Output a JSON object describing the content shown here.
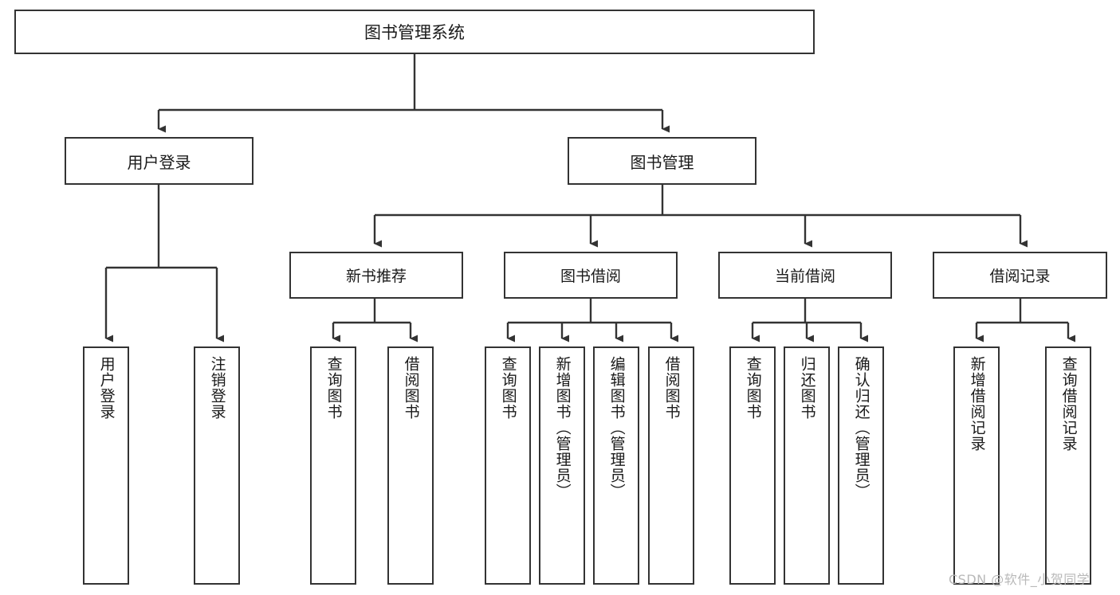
{
  "diagram": {
    "title": "图书管理系统",
    "type": "hierarchy-tree",
    "watermark": "CSDN @软件_小贺同学",
    "nodes": {
      "root": {
        "label": "图书管理系统"
      },
      "level1": [
        {
          "id": "user-login",
          "label": "用户登录"
        },
        {
          "id": "book-manage",
          "label": "图书管理"
        }
      ],
      "level2": [
        {
          "id": "new-book-rec",
          "label": "新书推荐"
        },
        {
          "id": "book-borrow",
          "label": "图书借阅"
        },
        {
          "id": "current-borrow",
          "label": "当前借阅"
        },
        {
          "id": "borrow-record",
          "label": "借阅记录"
        }
      ],
      "leaves": {
        "user_login": [
          {
            "id": "leaf-user-login",
            "label": "用户登录"
          },
          {
            "id": "leaf-logout",
            "label": "注销登录"
          }
        ],
        "new_book_rec": [
          {
            "id": "leaf-query-book-1",
            "label": "查询图书"
          },
          {
            "id": "leaf-borrow-book-1",
            "label": "借阅图书"
          }
        ],
        "book_borrow": [
          {
            "id": "leaf-query-book-2",
            "label": "查询图书"
          },
          {
            "id": "leaf-add-book",
            "label": "新增图书（管理员）"
          },
          {
            "id": "leaf-edit-book",
            "label": "编辑图书（管理员）"
          },
          {
            "id": "leaf-borrow-book-2",
            "label": "借阅图书"
          }
        ],
        "current_borrow": [
          {
            "id": "leaf-query-book-3",
            "label": "查询图书"
          },
          {
            "id": "leaf-return-book",
            "label": "归还图书"
          },
          {
            "id": "leaf-confirm-return",
            "label": "确认归还（管理员）"
          }
        ],
        "borrow_record": [
          {
            "id": "leaf-add-record",
            "label": "新增借阅记录"
          },
          {
            "id": "leaf-query-record",
            "label": "查询借阅记录"
          }
        ]
      }
    },
    "colors": {
      "border": "#333333",
      "background": "#ffffff",
      "text": "#1a1a1a",
      "watermark": "#b9b9b9"
    }
  }
}
